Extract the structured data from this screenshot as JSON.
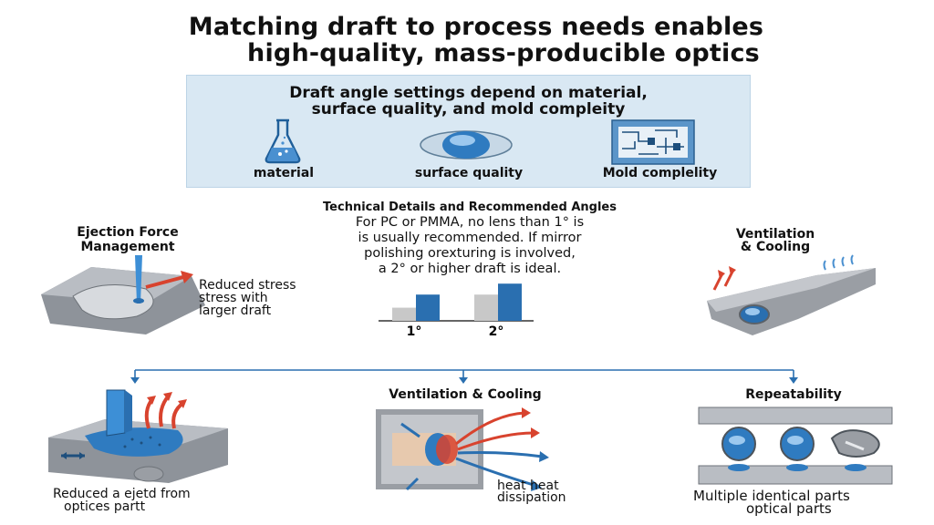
{
  "title_line1": "Matching draft to process needs enables",
  "title_line2": "high-quality, mass-producible optics",
  "banner": {
    "heading_line1": "Draft angle settings depend on material,",
    "heading_line2": "surface quality, and mold compleity",
    "icons": [
      {
        "label": "material",
        "icon": "flask-icon"
      },
      {
        "label": "surface quality",
        "icon": "lens-icon"
      },
      {
        "label": "Mold complelity",
        "icon": "circuit-icon"
      }
    ]
  },
  "ejection": {
    "heading_line1": "Ejection Force",
    "heading_line2": "Management",
    "callout_line1": "Reduced stress",
    "callout_line2": "stress with",
    "callout_line3": "larger draft"
  },
  "technical": {
    "heading": "Technical Details and Recommended Angles",
    "body_line1": "For PC or PMMA, no lens than 1° is",
    "body_line2": "is usually recommended. If mirror",
    "body_line3": "polishing orexturing is involved,",
    "body_line4": "a 2° or higher draft is ideal."
  },
  "chart_data": {
    "type": "bar",
    "categories": [
      "1°",
      "2°"
    ],
    "series": [
      {
        "values": [
          0.3,
          0.6
        ]
      },
      {
        "values": [
          0.6,
          0.85
        ]
      }
    ],
    "colors": [
      "#c8c8c8",
      "#2a6fb0"
    ]
  },
  "ventilation_top": {
    "heading_line1": "Ventilation",
    "heading_line2": "& Cooling"
  },
  "bottom": {
    "left_caption_line1": "Reduced a ejetd from",
    "left_caption_line2": "optices partt",
    "middle_heading": "Ventilation & Cooling",
    "middle_caption_line1": "heat heat",
    "middle_caption_line2": "dissipation",
    "right_heading": "Repeatability",
    "right_caption_line1": "Multiple identical parts",
    "right_caption_line2": "optical parts"
  },
  "colors": {
    "accent_blue": "#2a6fb0",
    "arrow_red": "#d8432e",
    "banner_bg": "#d9e8f3",
    "metal_gray": "#9a9ea4"
  }
}
